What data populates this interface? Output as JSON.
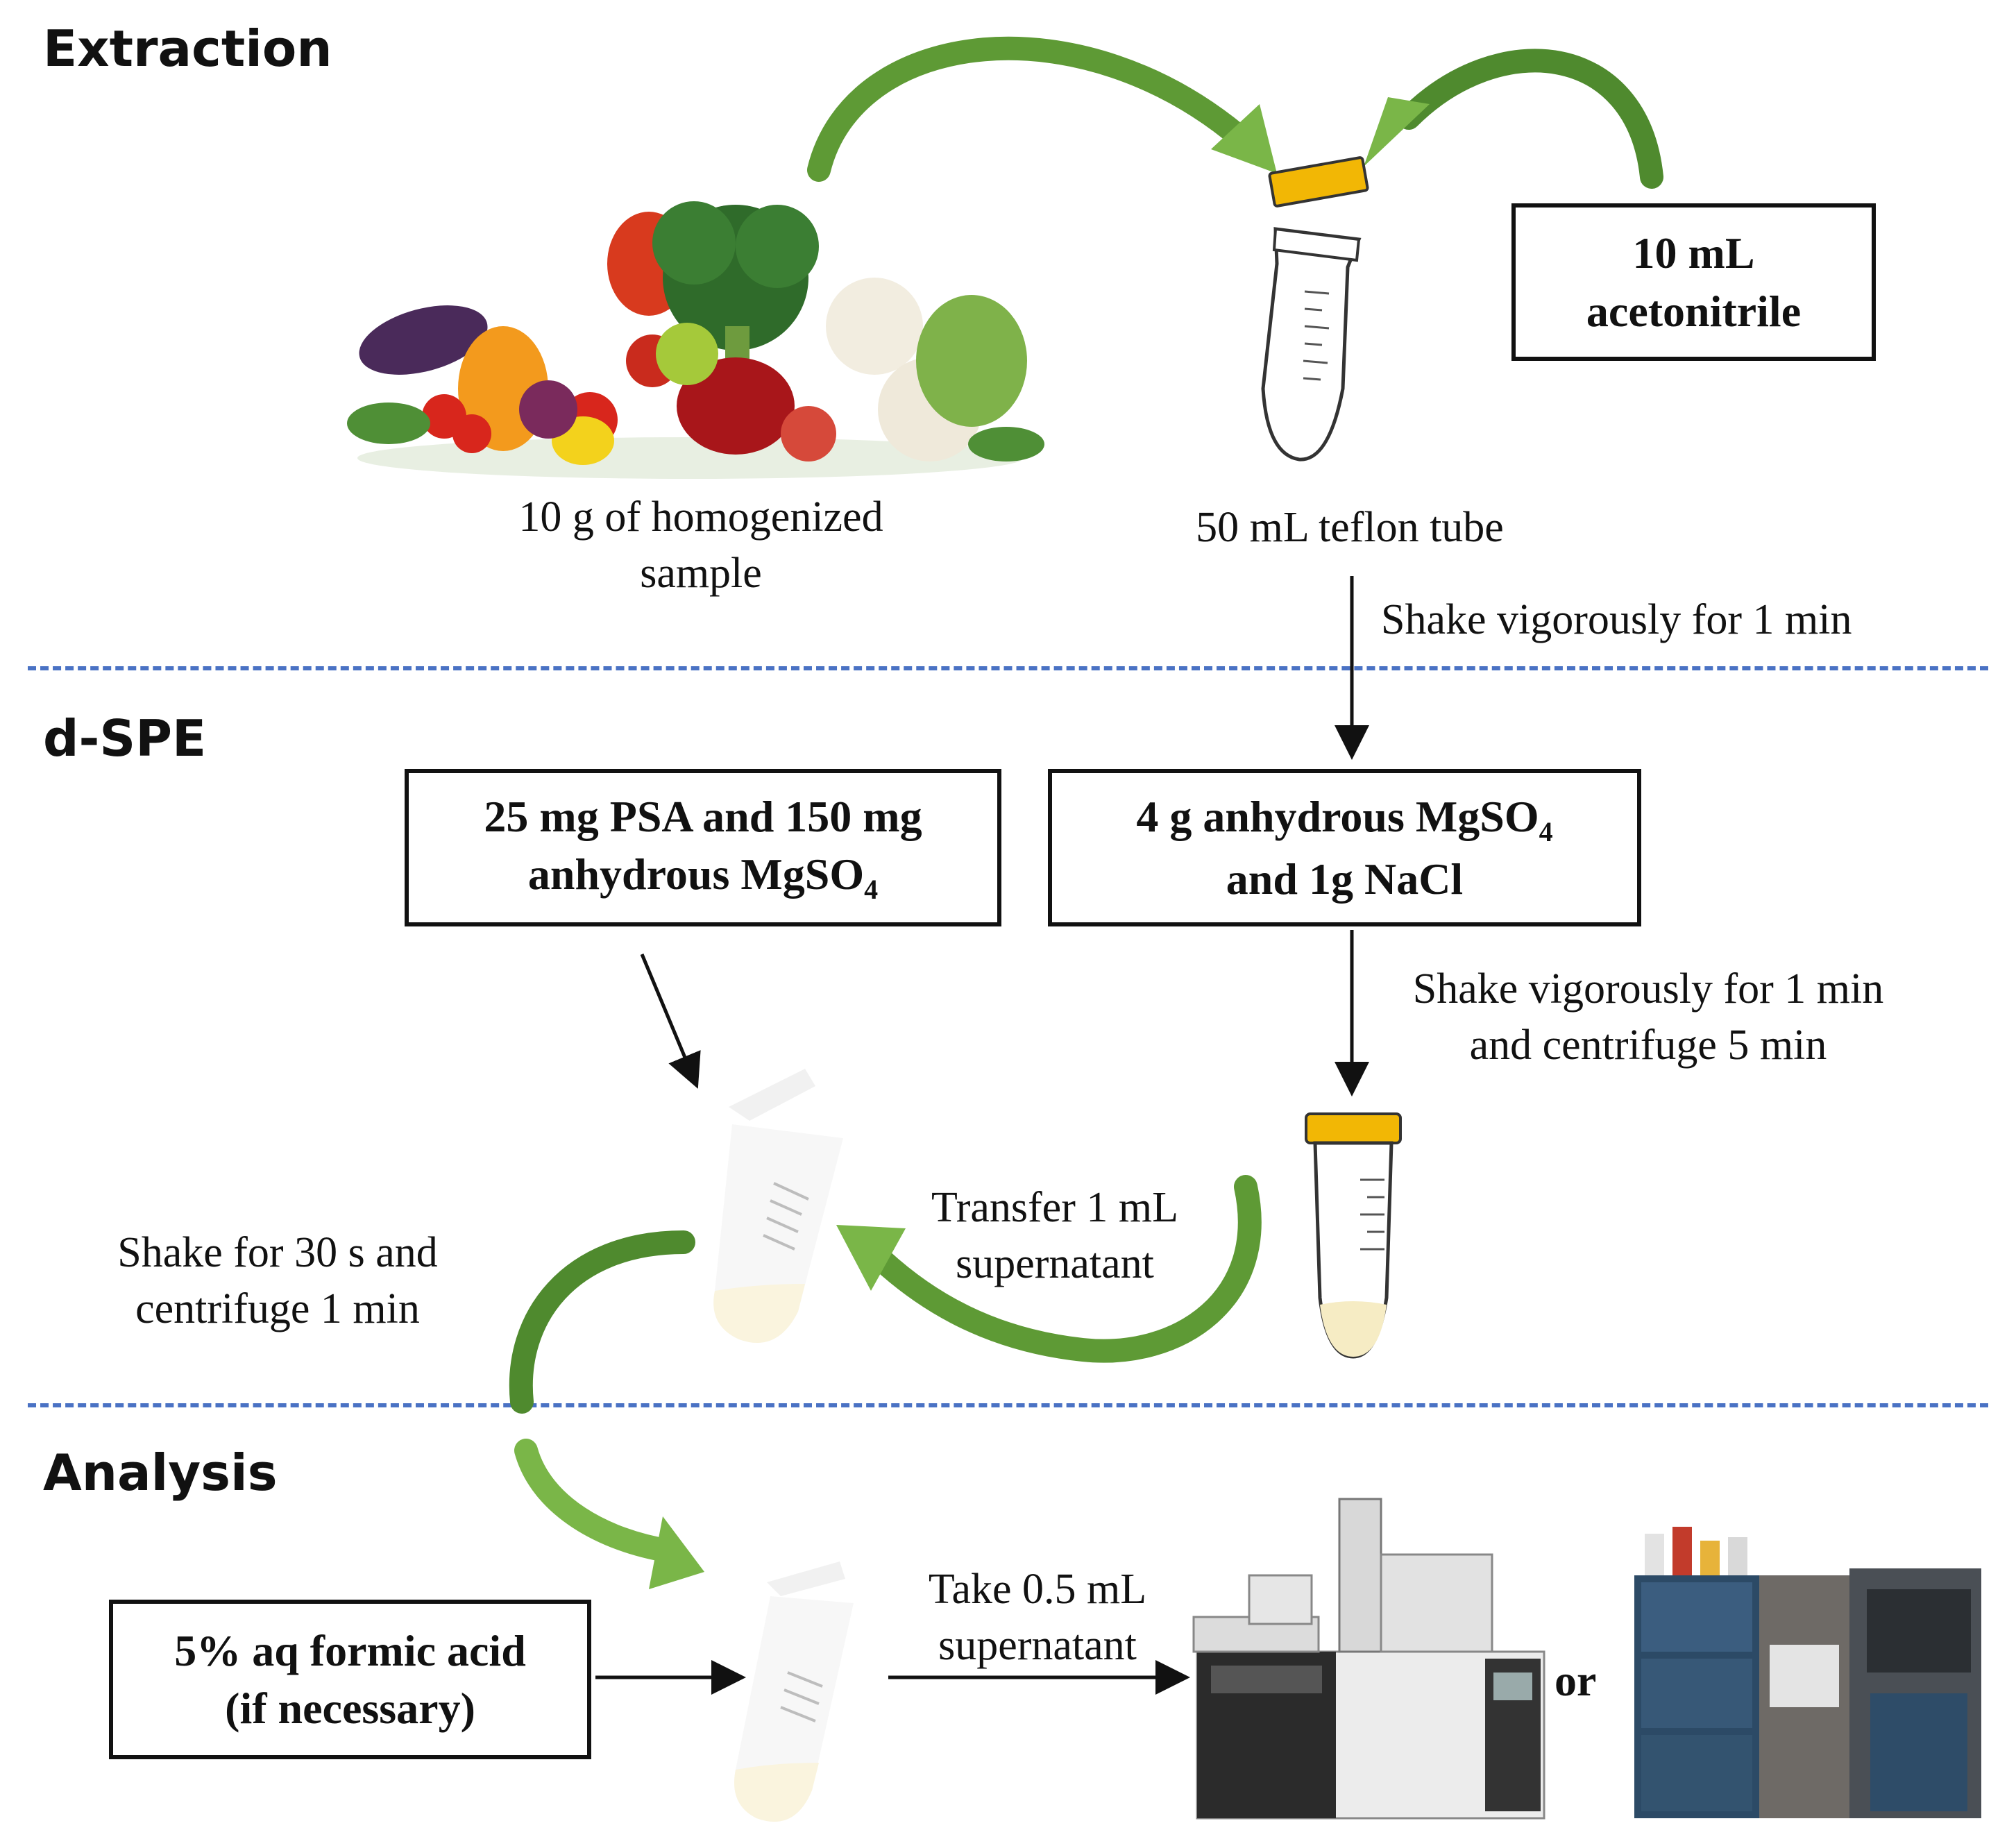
{
  "sections": {
    "extraction": "Extraction",
    "dspe": "d-SPE",
    "analysis": "Analysis"
  },
  "labels": {
    "sample_line1": "10 g of homogenized",
    "sample_line2": "sample",
    "tube": "50 mL teflon tube",
    "shake1": "Shake vigorously for 1 min",
    "shake2_line1": "Shake vigorously for 1 min",
    "shake2_line2": "and centrifuge 5 min",
    "transfer_line1": "Transfer 1 mL",
    "transfer_line2": "supernatant",
    "shake3_line1": "Shake for 30 s and",
    "shake3_line2": "centrifuge 1 min",
    "take_line1": "Take 0.5 mL",
    "take_line2": "supernatant",
    "or": "or"
  },
  "boxes": {
    "acetonitrile_line1": "10 mL",
    "acetonitrile_line2": "acetonitrile",
    "psa_line1": "25 mg PSA and 150 mg",
    "psa_line2_text": "anhydrous MgSO",
    "psa_line2_sub": "4",
    "salts_line1_text": "4 g anhydrous MgSO",
    "salts_line1_sub": "4",
    "salts_line2": "and 1g NaCl",
    "formic_line1": "5% aq formic acid",
    "formic_line2": "(if necessary)"
  },
  "colors": {
    "arrow_green_light": "#7ab648",
    "arrow_green_dark": "#3f7d2a",
    "cap": "#f2b705",
    "divider": "#4a72c4",
    "liquid": "#f6ecc4"
  },
  "icons": [
    "vegetables-image",
    "teflon-tube-icon",
    "microtube-icon",
    "centrifuge-tube-icon",
    "gc-instrument-icon",
    "lc-instrument-icon"
  ]
}
